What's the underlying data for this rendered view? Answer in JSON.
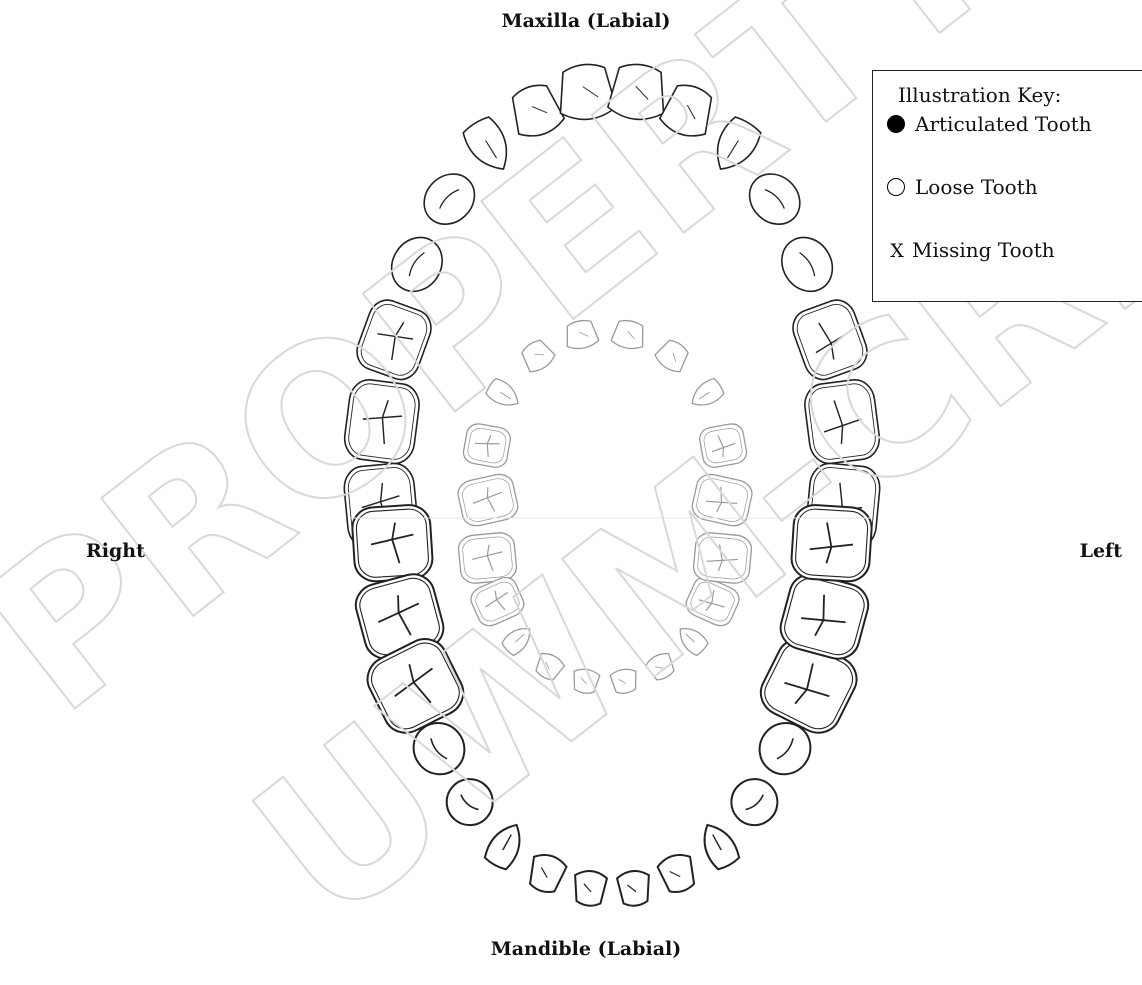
{
  "labels": {
    "maxilla": "Maxilla (Labial)",
    "mandible": "Mandible (Labial)",
    "right": "Right",
    "left": "Left"
  },
  "key": {
    "title": "Illustration Key:",
    "items": [
      {
        "symbol": "filled-circle-icon",
        "label": "Articulated Tooth"
      },
      {
        "symbol": "open-circle-icon",
        "label": "Loose Tooth"
      },
      {
        "symbol": "X",
        "label": "Missing Tooth"
      }
    ]
  },
  "watermark": {
    "line1": "PROPERTY",
    "line2": "UWM-CRM",
    "color": "#e8e8e8"
  },
  "colors": {
    "outline_permanent": "#222222",
    "outline_deciduous": "#9a9a9a"
  }
}
